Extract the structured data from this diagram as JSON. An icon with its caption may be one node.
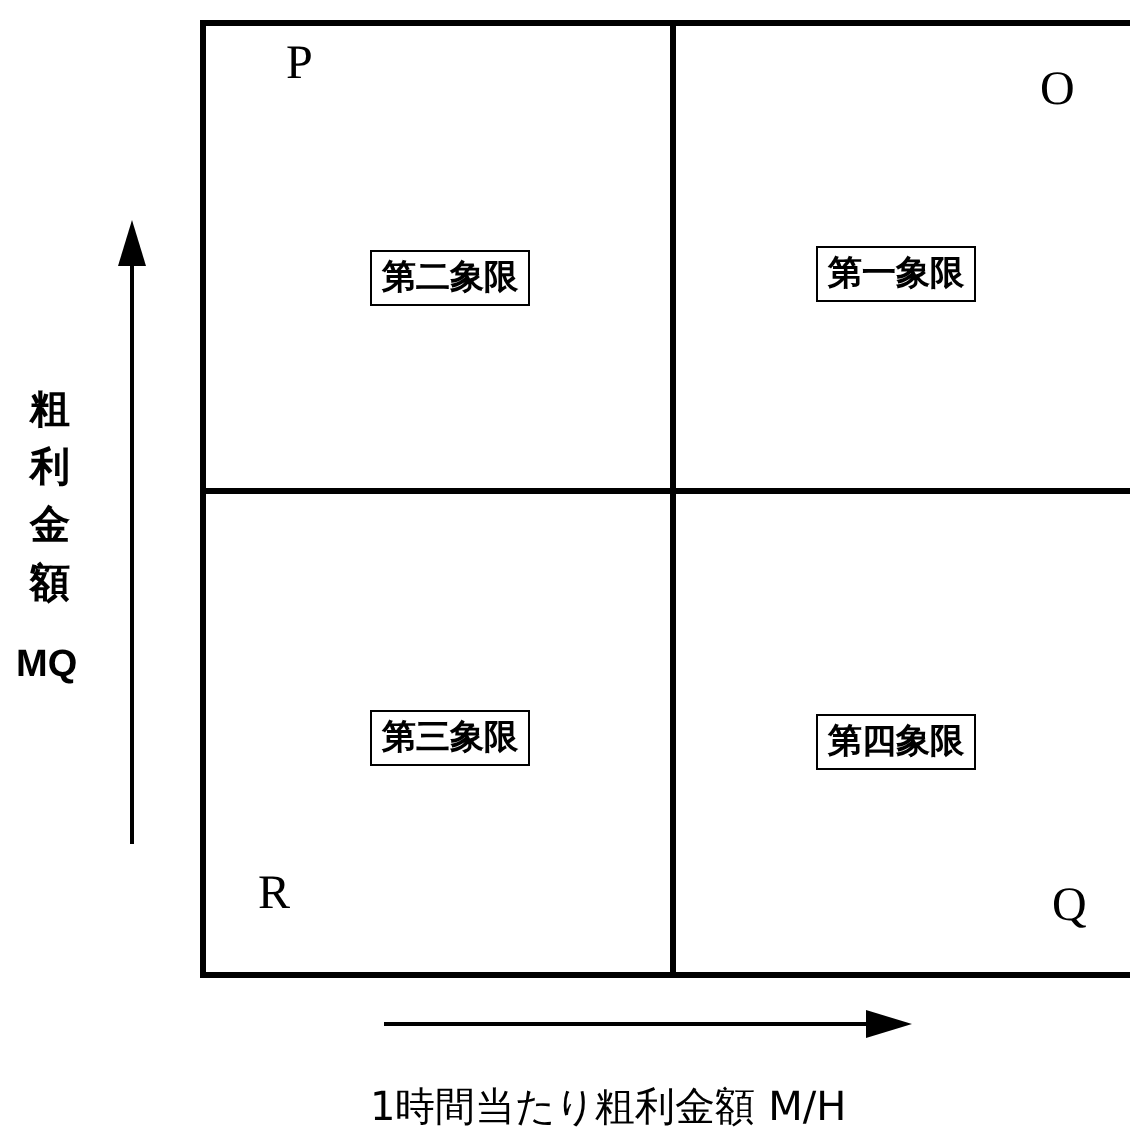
{
  "diagram": {
    "nodes": [
      {
        "text": [
          "P"
        ]
      },
      {
        "text": [
          "第二象限"
        ],
        "in": 0
      },
      {
        "text": [
          "O"
        ]
      },
      {
        "text": [
          "第一象限"
        ],
        "in": 2
      },
      {
        "text": [
          "R"
        ]
      },
      {
        "text": [
          "第三象限"
        ],
        "in": 4
      },
      {
        "text": [
          "Q"
        ]
      },
      {
        "text": [
          "第四象限"
        ],
        "in": 6
      }
    ],
    "edges": [],
    "labels": [
      "粗利金額",
      "MQ",
      "1時間当たり粗利金額 M/H"
    ]
  }
}
